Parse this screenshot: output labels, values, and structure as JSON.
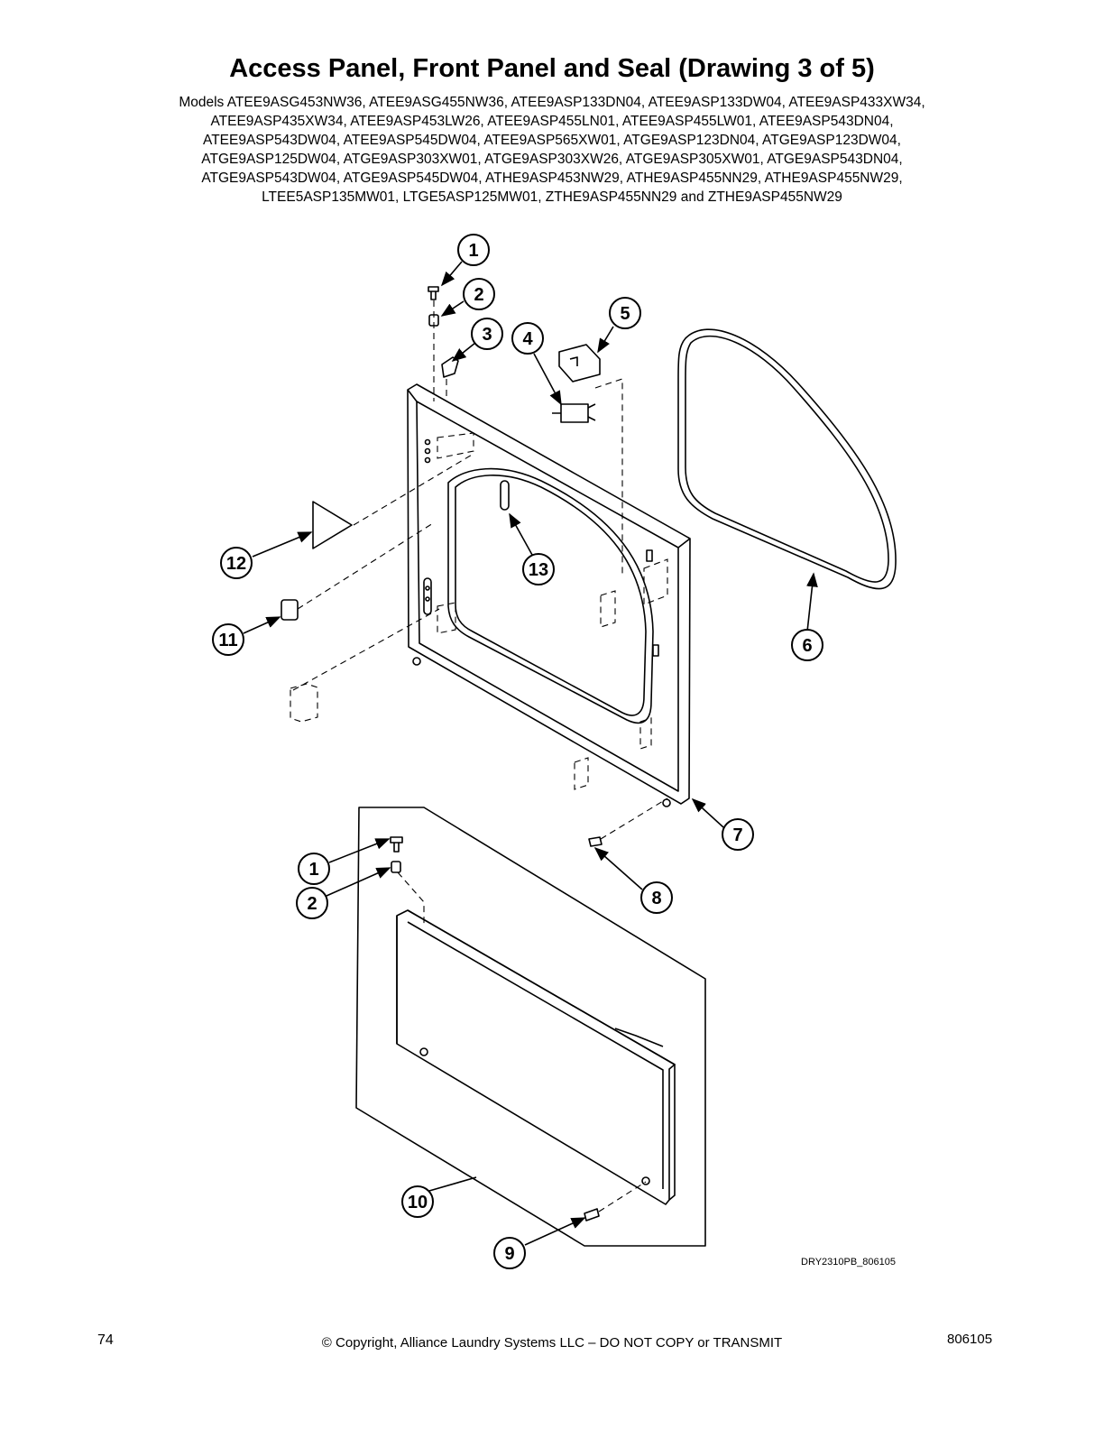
{
  "title": "Access Panel, Front Panel and Seal (Drawing 3 of 5)",
  "models_lines": [
    "Models ATEE9ASG453NW36, ATEE9ASG455NW36, ATEE9ASP133DN04, ATEE9ASP133DW04, ATEE9ASP433XW34,",
    "ATEE9ASP435XW34, ATEE9ASP453LW26, ATEE9ASP455LN01, ATEE9ASP455LW01, ATEE9ASP543DN04,",
    "ATEE9ASP543DW04, ATEE9ASP545DW04, ATEE9ASP565XW01, ATGE9ASP123DN04, ATGE9ASP123DW04,",
    "ATGE9ASP125DW04, ATGE9ASP303XW01, ATGE9ASP303XW26, ATGE9ASP305XW01, ATGE9ASP543DN04,",
    "ATGE9ASP543DW04, ATGE9ASP545DW04, ATHE9ASP453NW29, ATHE9ASP455NN29, ATHE9ASP455NW29,",
    "LTEE5ASP135MW01, LTGE5ASP125MW01, ZTHE9ASP455NN29 and ZTHE9ASP455NW29"
  ],
  "callouts": {
    "c1a": "1",
    "c2a": "2",
    "c3": "3",
    "c4": "4",
    "c5": "5",
    "c6": "6",
    "c7": "7",
    "c8": "8",
    "c9": "9",
    "c10": "10",
    "c11": "11",
    "c12": "12",
    "c13": "13",
    "c1b": "1",
    "c2b": "2"
  },
  "drawing_code": "DRY2310PB_806105",
  "footer": {
    "page_number": "74",
    "copyright": "© Copyright, Alliance Laundry Systems LLC – DO NOT COPY or TRANSMIT",
    "doc_number": "806105"
  }
}
